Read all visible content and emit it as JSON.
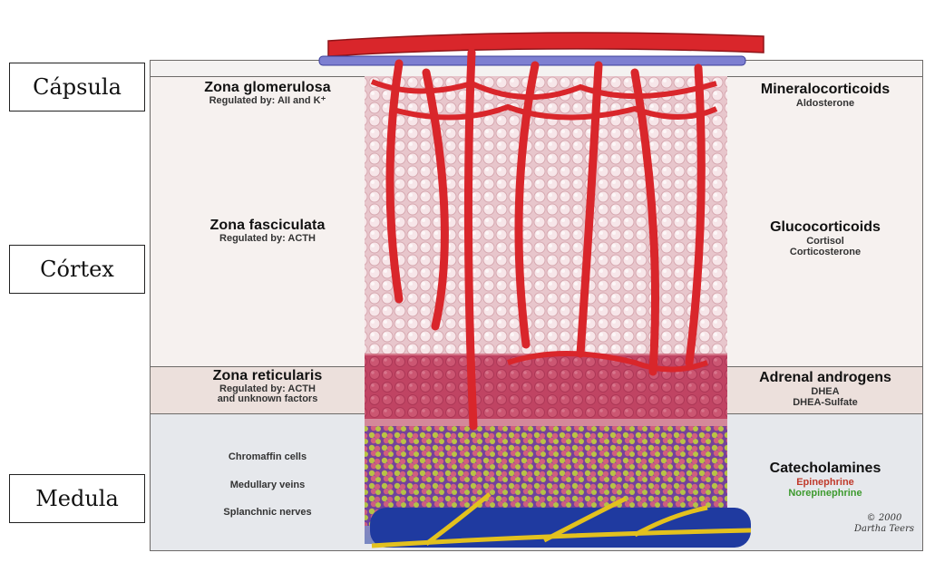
{
  "labels": {
    "capsule": "Cápsula",
    "cortex": "Córtex",
    "medulla": "Medula"
  },
  "zones": [
    {
      "name": "Zona glomerulosa",
      "sub": "Regulated by: AII and K⁺"
    },
    {
      "name": "Zona fasciculata",
      "sub": "Regulated by: ACTH"
    },
    {
      "name": "Zona reticularis",
      "sub1": "Regulated by: ACTH",
      "sub2": "and unknown factors"
    }
  ],
  "products": [
    {
      "name": "Mineralocorticoids",
      "items": [
        "Aldosterone"
      ]
    },
    {
      "name": "Glucocorticoids",
      "items": [
        "Cortisol",
        "Corticosterone"
      ]
    },
    {
      "name": "Adrenal androgens",
      "items": [
        "DHEA",
        "DHEA-Sulfate"
      ]
    },
    {
      "name": "Catecholamines",
      "items": [
        "Epinephrine",
        "Norepinephrine"
      ]
    }
  ],
  "medulla_items": [
    "Chromaffin cells",
    "Medullary veins",
    "Splanchnic nerves"
  ],
  "colors": {
    "artery": "#d9262b",
    "vein": "#1e3aa8",
    "cell": "#f2d6da",
    "nerve": "#e3c11e",
    "epinephrine": "#c0392b",
    "norepinephrine": "#3d9a2e"
  },
  "signature": "© 2000 Dartha Teers"
}
